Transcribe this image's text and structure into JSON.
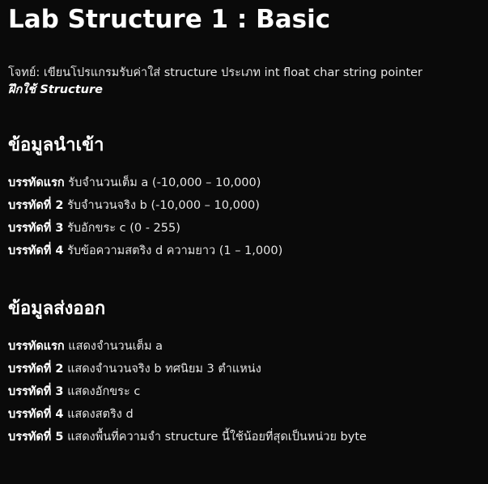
{
  "title": "Lab Structure 1 : Basic",
  "problem": "โจทย์: เขียนโปรแกรมรับค่าใส่ structure ประเภท int float char string pointer",
  "practice": "ฝึกใช้ Structure",
  "input": {
    "heading": "ข้อมูลนำเข้า",
    "lines": [
      {
        "label": "บรรทัดแรก",
        "text": "รับจำนวนเต็ม a (-10,000 – 10,000)"
      },
      {
        "label": "บรรทัดที่ 2",
        "text": "รับจำนวนจริง b (-10,000 – 10,000)"
      },
      {
        "label": "บรรทัดที่ 3",
        "text": "รับอักขระ c (0 - 255)"
      },
      {
        "label": "บรรทัดที่ 4",
        "text": "รับข้อความสตริง d ความยาว (1 – 1,000)"
      }
    ]
  },
  "output": {
    "heading": "ข้อมูลส่งออก",
    "lines": [
      {
        "label": "บรรทัดแรก",
        "text": "แสดงจำนวนเต็ม a"
      },
      {
        "label": "บรรทัดที่ 2",
        "text": "แสดงจำนวนจริง b ทศนิยม 3 ตำแหน่ง"
      },
      {
        "label": "บรรทัดที่ 3",
        "text": "แสดงอักขระ c"
      },
      {
        "label": "บรรทัดที่ 4",
        "text": "แสดงสตริง d"
      },
      {
        "label": "บรรทัดที่ 5",
        "text": "แสดงพื้นที่ความจำ structure นี้ใช้น้อยที่สุดเป็นหน่วย byte"
      }
    ]
  }
}
